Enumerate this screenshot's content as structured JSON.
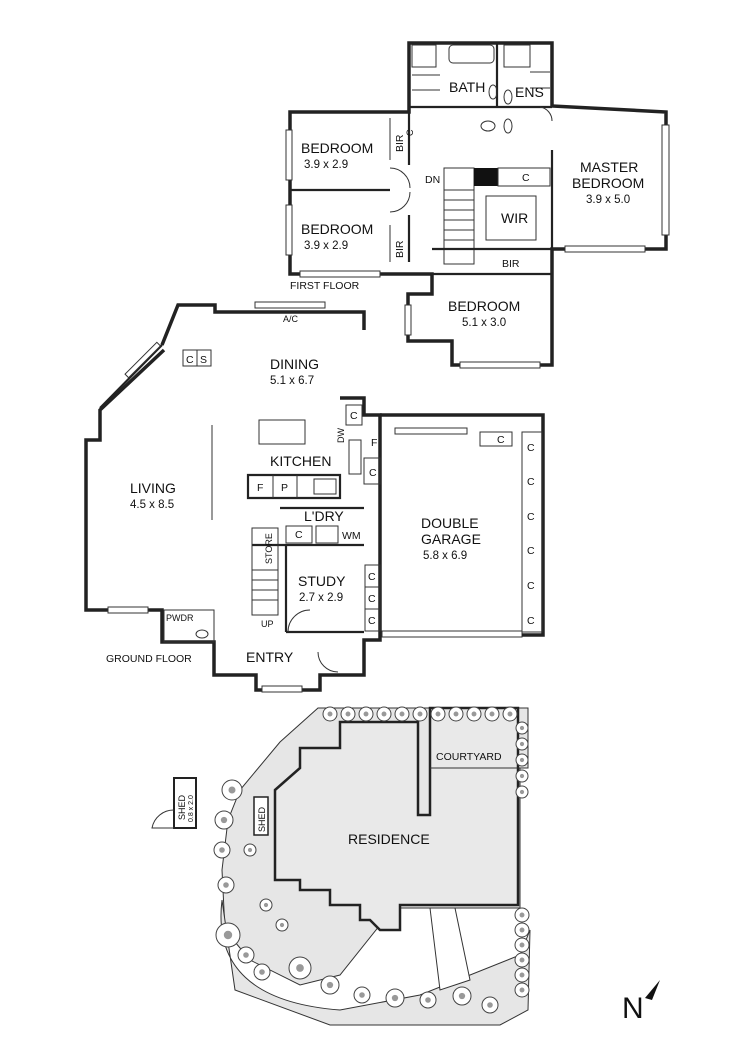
{
  "first_floor": {
    "caption": "FIRST FLOOR",
    "rooms": {
      "bath": "BATH",
      "ens": "ENS",
      "bedroom_a": "BEDROOM",
      "bedroom_a_size": "3.9 x 2.9",
      "bedroom_b": "BEDROOM",
      "bedroom_b_size": "3.9 x 2.9",
      "bedroom_c": "BEDROOM",
      "bedroom_c_size": "5.1 x 3.0",
      "master_line1": "MASTER",
      "master_line2": "BEDROOM",
      "master_size": "3.9 x 5.0",
      "wir": "WIR",
      "bir_upper": "BIR",
      "bir_lower": "BIR",
      "bir_hall": "BIR",
      "stair_dn": "DN",
      "cupboard": "C",
      "cupboard_small": "C"
    }
  },
  "ground_floor": {
    "caption": "GROUND FLOOR",
    "rooms": {
      "dining": "DINING",
      "dining_size": "5.1 x 6.7",
      "ac": "A/C",
      "living": "LIVING",
      "living_size": "4.5 x 8.5",
      "kitchen": "KITCHEN",
      "dw": "DW",
      "f1": "F",
      "f2": "F",
      "p": "P",
      "ldry": "L'DRY",
      "wm": "WM",
      "study": "STUDY",
      "study_size": "2.7 x 2.9",
      "store": "STORE",
      "up": "UP",
      "pwdr": "PWDR",
      "entry": "ENTRY",
      "garage_line1": "DOUBLE",
      "garage_line2": "GARAGE",
      "garage_size": "5.8 x 6.9",
      "c": "C",
      "s": "S"
    }
  },
  "site": {
    "residence": "RESIDENCE",
    "courtyard": "COURTYARD",
    "shed": "SHED",
    "shed_size": "0.8 x 2.0",
    "shed_inner": "SHED"
  },
  "compass": {
    "letter": "N"
  },
  "colors": {
    "wall": "#222222",
    "site_fill": "#e6e6e6",
    "residence_fill": "#e9e9e9"
  }
}
